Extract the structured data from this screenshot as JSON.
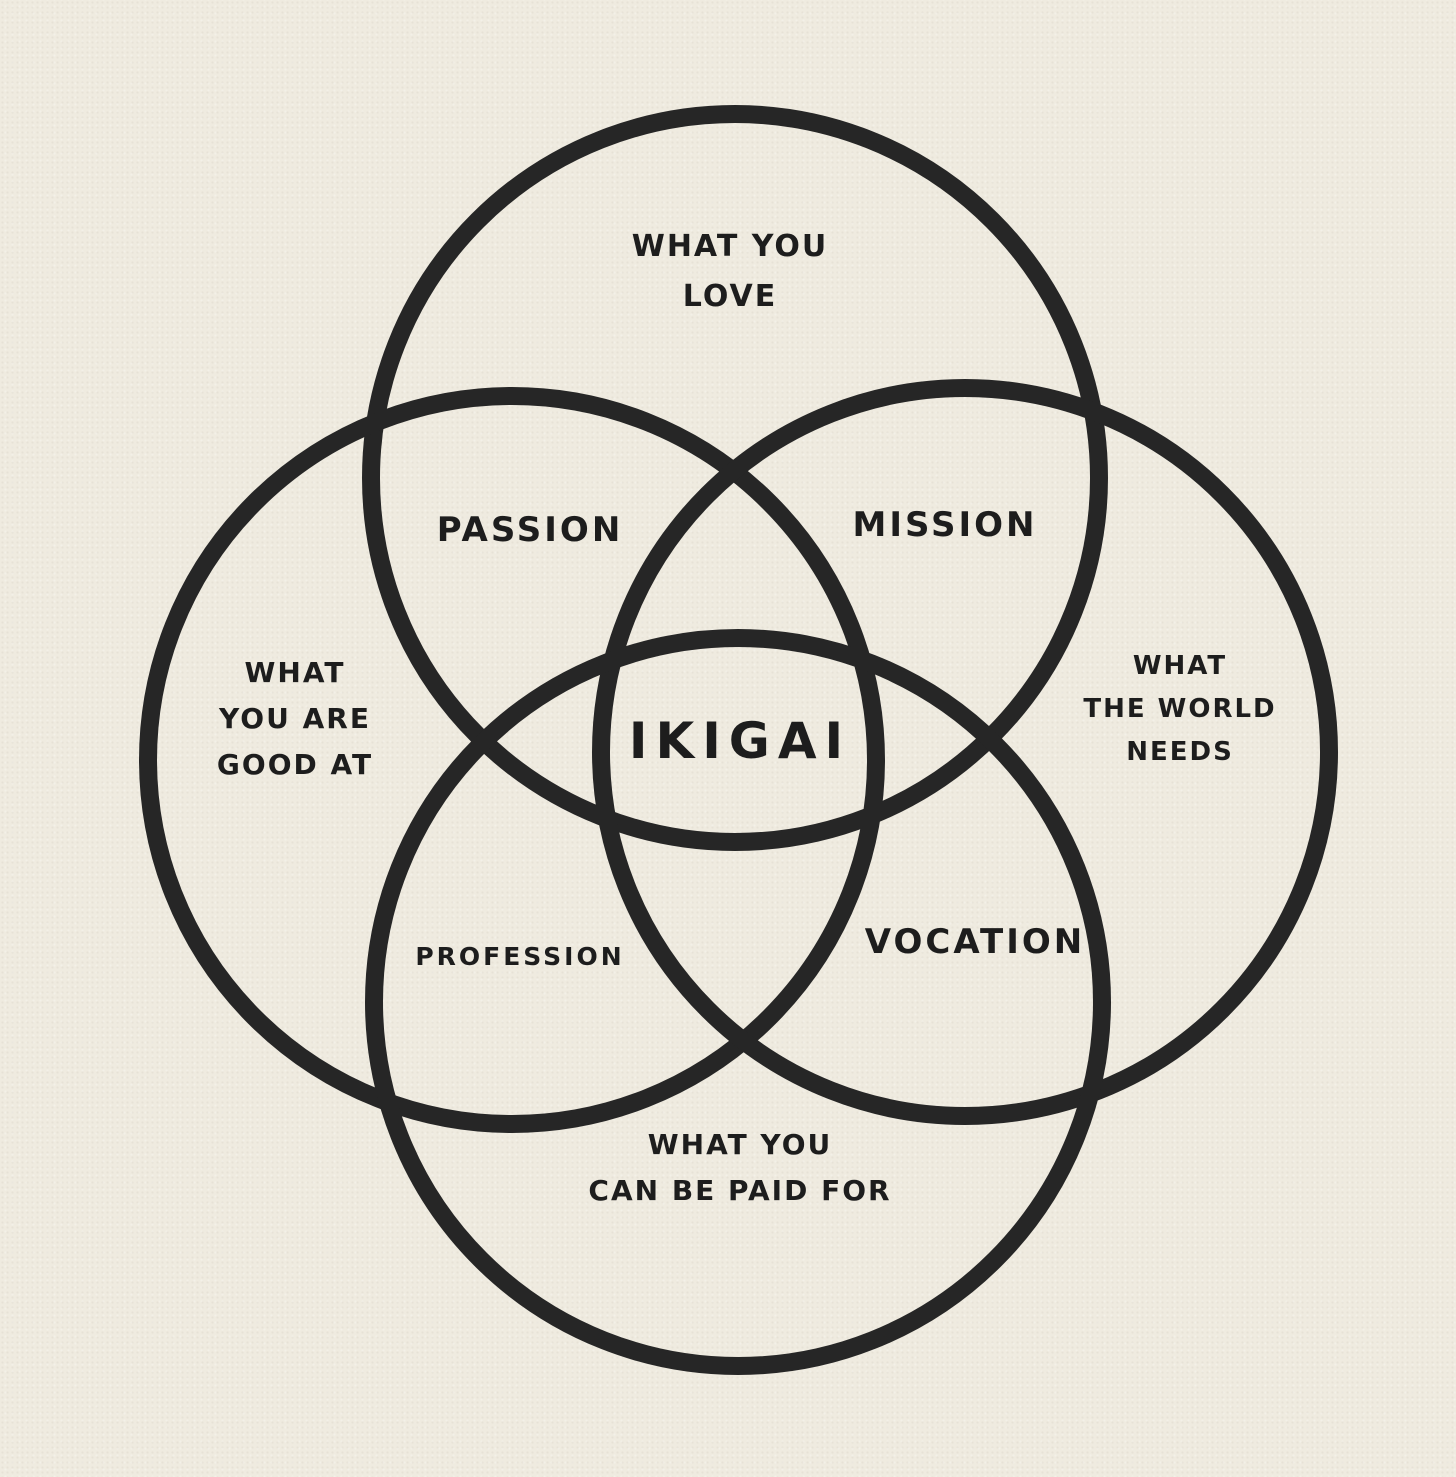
{
  "diagram": {
    "center": "IKIGAI",
    "circles": [
      {
        "id": "love",
        "label": "WHAT YOU\nLOVE"
      },
      {
        "id": "good-at",
        "label": "WHAT\nYOU ARE\nGOOD AT"
      },
      {
        "id": "world-needs",
        "label": "WHAT\nTHE WORLD\nNEEDS"
      },
      {
        "id": "paid-for",
        "label": "WHAT YOU\nCAN BE PAID FOR"
      }
    ],
    "overlaps": [
      {
        "id": "passion",
        "label": "PASSION"
      },
      {
        "id": "mission",
        "label": "MISSION"
      },
      {
        "id": "profession",
        "label": "PROFESSION"
      },
      {
        "id": "vocation",
        "label": "VOCATION"
      }
    ],
    "colors": {
      "ink": "#262626",
      "paper": "#efebe0"
    }
  }
}
